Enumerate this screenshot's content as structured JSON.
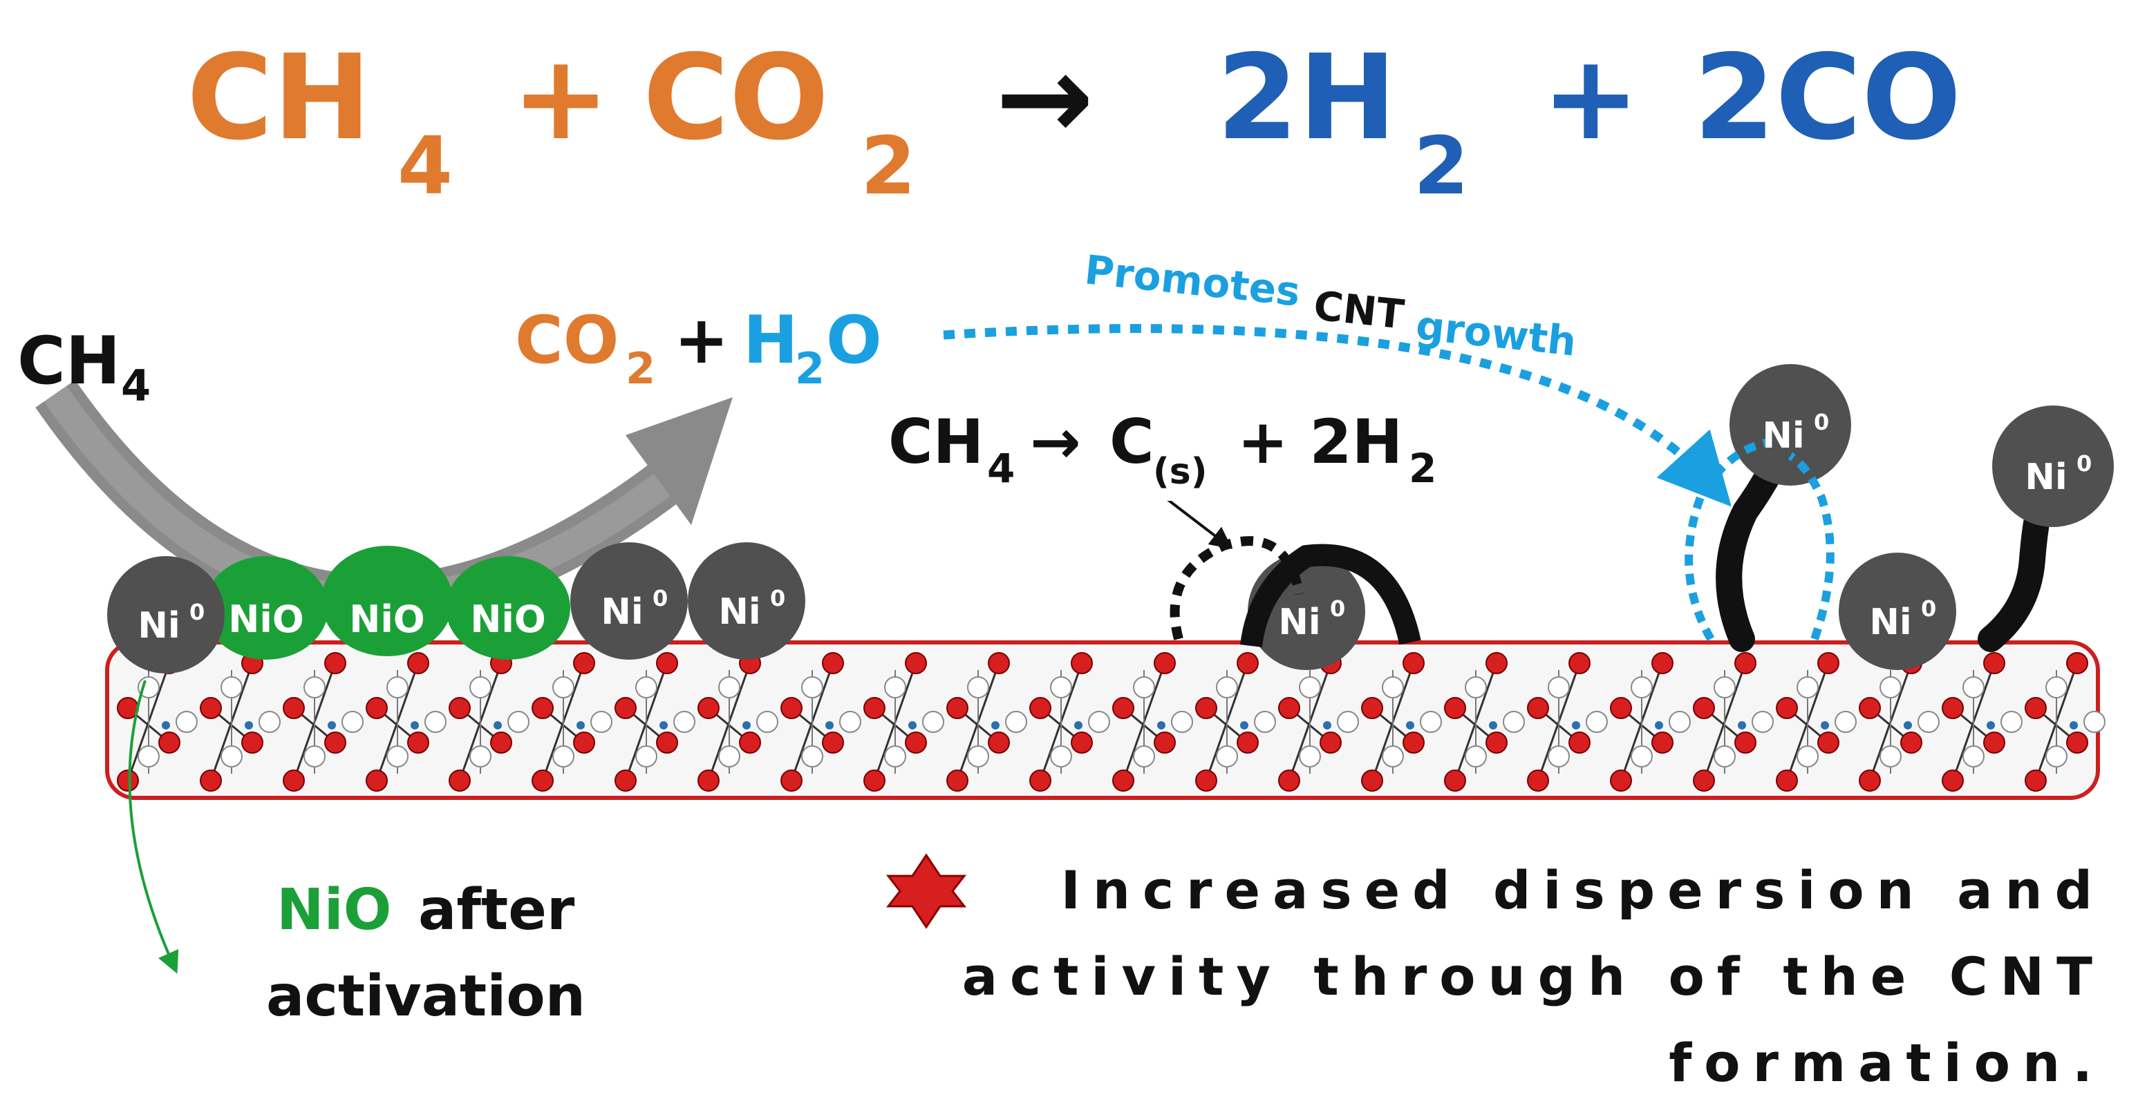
{
  "equation": {
    "ch4": "CH",
    "ch4_sub": "4",
    "plus1": "+",
    "co2": "CO",
    "co2_sub": "2",
    "arrow": "→",
    "h2": "2H",
    "h2_sub": "2",
    "plus2": "+",
    "co": "2CO"
  },
  "left_mechanism": {
    "ch4": "CH",
    "ch4_sub": "4",
    "co2": "CO",
    "co2_sub": "2",
    "plus": "+",
    "h2o": "H",
    "h2o_sub": "2",
    "h2o_o": "O"
  },
  "promotes": {
    "part1": "Promotes",
    "part2": "CNT",
    "part3": "growth"
  },
  "decomposition": {
    "ch4": "CH",
    "ch4_sub": "4",
    "arrow": "→",
    "c": "C",
    "c_sub": "(s)",
    "plus": "+ 2H",
    "h2_sub": "2"
  },
  "particles": {
    "ni_label": "Ni",
    "ni_sup": "0",
    "nio_label": "NiO"
  },
  "nio_note": {
    "nio": "NiO",
    "after": "after",
    "activation": "activation"
  },
  "caption": {
    "line1": "Increased dispersion and",
    "line2": "activity through of the CNT",
    "line3": "formation."
  },
  "colors": {
    "orange": "#e07a2e",
    "blue": "#1f5fb5",
    "light_blue": "#1aa0e0",
    "green": "#1ba038",
    "red": "#cc1f1f",
    "dark_gray": "#505050",
    "arrow_gray": "#8a8a8a"
  }
}
